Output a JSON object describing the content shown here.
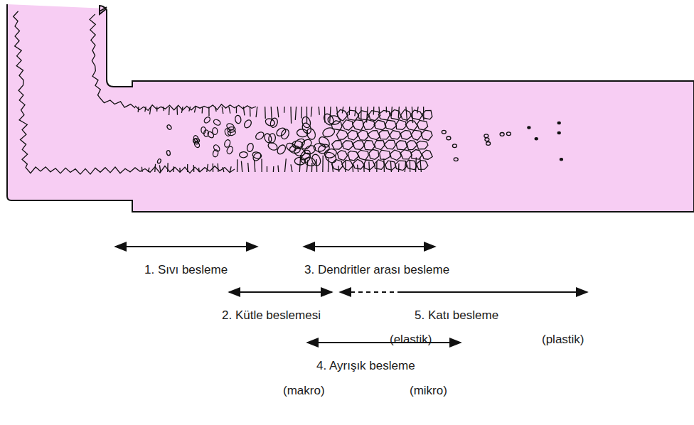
{
  "diagram": {
    "labels": [
      "1. Sıvı besleme",
      "3. Dendritler arası besleme",
      "2. Kütle beslemesi",
      "5. Katı besleme",
      "(elastik)",
      "(plastik)",
      "4. Ayrışık besleme",
      "(makro)",
      "(mikro)"
    ]
  }
}
